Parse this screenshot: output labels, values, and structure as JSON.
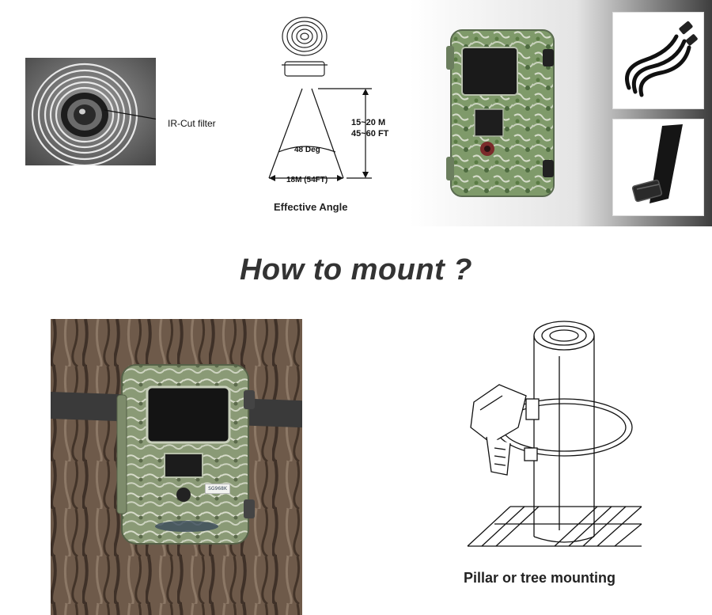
{
  "lens_panel": {
    "callout_label": "IR-Cut filter"
  },
  "angle_diagram": {
    "distance_meters": "15~20 M",
    "distance_feet": "45~60 FT",
    "angle_label": "48 Deg",
    "width_label": "18M (54FT)",
    "caption": "Effective Angle"
  },
  "heading": "How to mount ?",
  "mount_photo": {
    "serial_tag": "SG968K"
  },
  "pillar_diagram": {
    "caption": "Pillar or tree mounting"
  },
  "colors": {
    "camo_green": "#7f9a6a",
    "bark_brown": "#6e5a4a",
    "text_dark": "#333333"
  }
}
